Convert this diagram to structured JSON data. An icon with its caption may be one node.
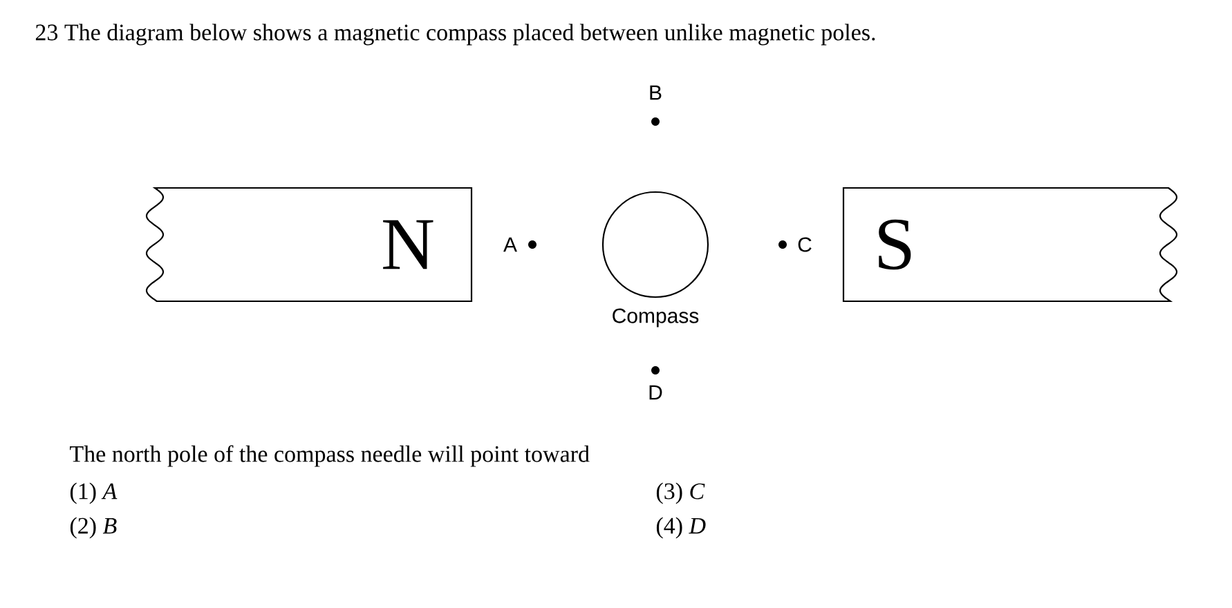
{
  "diagram": {
    "title": "23 The diagram below shows a magnetic compass placed between unlike magnetic poles.",
    "nodes": [
      {
        "text": [
          "N"
        ]
      },
      {
        "text": [],
        "shape": "circle",
        "beside": [
          "Compass"
        ]
      },
      {
        "text": [
          "S"
        ]
      }
    ],
    "edges": [],
    "labels": [
      "B",
      "A",
      "C",
      "D",
      "The north pole of the compass needle will point toward",
      "(1) *A*",
      "(3) *C*",
      "(2) *B*",
      "(4) *D*"
    ]
  }
}
